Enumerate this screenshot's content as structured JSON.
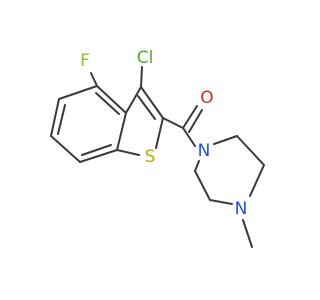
{
  "molecule": {
    "colors": {
      "bond": "#3a3a3a",
      "F": "#8fbf2f",
      "Cl": "#4caf2a",
      "S": "#b8a800",
      "O": "#e0261a",
      "N": "#1f4fe0"
    },
    "atoms": {
      "fluorine": "F",
      "chlorine": "Cl",
      "sulfur": "S",
      "oxygen": "O",
      "n_amide": "N",
      "n_methyl": "N"
    }
  }
}
